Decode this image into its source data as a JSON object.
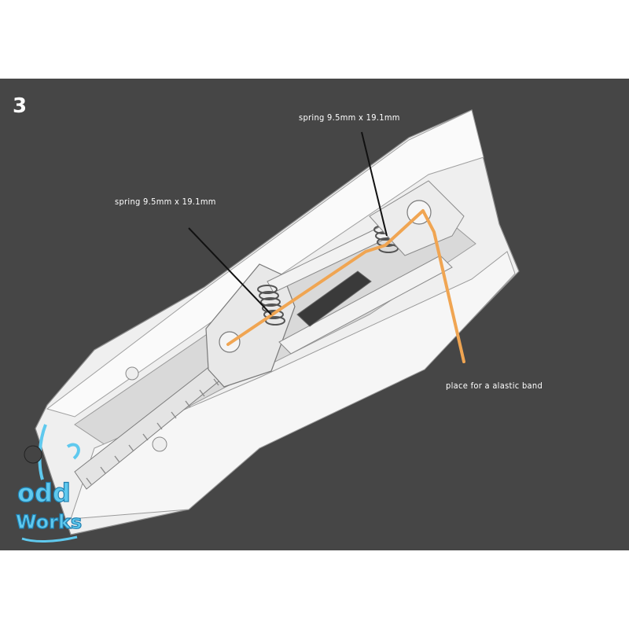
{
  "step_number": "3",
  "labels": {
    "spring_top": "spring   9.5mm x 19.1mm",
    "spring_left": "spring   9.5mm x 19.1mm",
    "band": "place for a alastic band"
  },
  "logo": {
    "text": "odd Works"
  },
  "colors": {
    "background": "#464646",
    "body": "#f3f3f3",
    "band": "#f0a552",
    "leader": "#111111",
    "logo": "#5fc9ee"
  }
}
